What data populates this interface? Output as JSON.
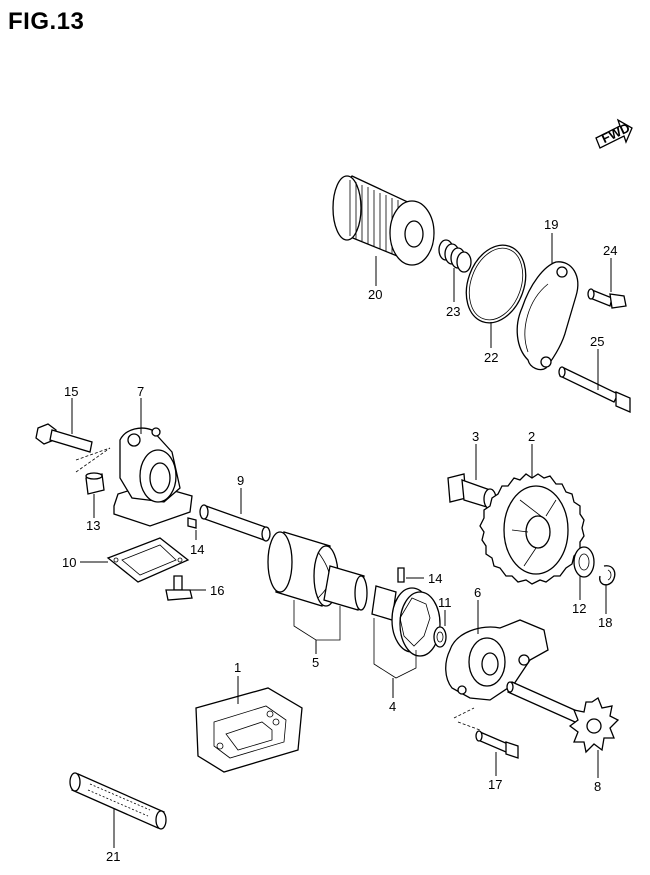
{
  "figure": {
    "title": "FIG.13",
    "fwd_label": "FWD"
  },
  "callouts": [
    {
      "id": "c20",
      "label": "20"
    },
    {
      "id": "c23",
      "label": "23"
    },
    {
      "id": "c22",
      "label": "22"
    },
    {
      "id": "c19",
      "label": "19"
    },
    {
      "id": "c24",
      "label": "24"
    },
    {
      "id": "c25",
      "label": "25"
    },
    {
      "id": "c15",
      "label": "15"
    },
    {
      "id": "c7",
      "label": "7"
    },
    {
      "id": "c13",
      "label": "13"
    },
    {
      "id": "c9",
      "label": "9"
    },
    {
      "id": "c14a",
      "label": "14"
    },
    {
      "id": "c10",
      "label": "10"
    },
    {
      "id": "c16",
      "label": "16"
    },
    {
      "id": "c5",
      "label": "5"
    },
    {
      "id": "c14b",
      "label": "14"
    },
    {
      "id": "c11",
      "label": "11"
    },
    {
      "id": "c4",
      "label": "4"
    },
    {
      "id": "c6",
      "label": "6"
    },
    {
      "id": "c3",
      "label": "3"
    },
    {
      "id": "c2",
      "label": "2"
    },
    {
      "id": "c12",
      "label": "12"
    },
    {
      "id": "c18",
      "label": "18"
    },
    {
      "id": "c1",
      "label": "1"
    },
    {
      "id": "c17",
      "label": "17"
    },
    {
      "id": "c8",
      "label": "8"
    },
    {
      "id": "c21",
      "label": "21"
    }
  ]
}
